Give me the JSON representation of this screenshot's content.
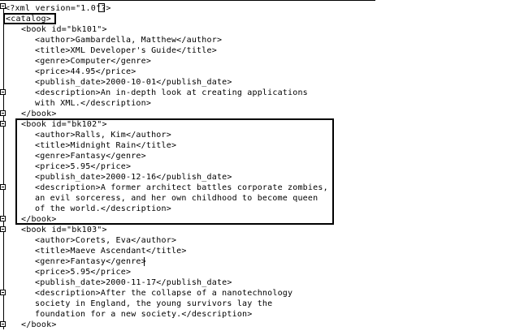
{
  "editor": {
    "lines": [
      "<?xml version=\"1.0\"?>",
      "<catalog>",
      "<book id=\"bk101\">",
      "<author>Gambardella, Matthew</author>",
      "<title>XML Developer's Guide</title>",
      "<genre>Computer</genre>",
      "<price>44.95</price>",
      "<publish_date>2000-10-01</publish_date>",
      "<description>An in-depth look at creating applications",
      "with XML.</description>",
      "</book>",
      "<book id=\"bk102\">",
      "<author>Ralls, Kim</author>",
      "<title>Midnight Rain</title>",
      "<genre>Fantasy</genre>",
      "<price>5.95</price>",
      "<publish_date>2000-12-16</publish_date>",
      "<description>A former architect battles corporate zombies,",
      "an evil sorceress, and her own childhood to become queen",
      "of the world.</description>",
      "</book>",
      "<book id=\"bk103\">",
      "<author>Corets, Eva</author>",
      "<title>Maeve Ascendant</title>",
      "<genre>Fantasy</genre>",
      "<price>5.95</price>",
      "<publish_date>2000-11-17</publish_date>",
      "<description>After the collapse of a nanotechnology",
      "society in England, the young survivors lay the",
      "foundation for a new society.</description>",
      "</book>"
    ]
  }
}
